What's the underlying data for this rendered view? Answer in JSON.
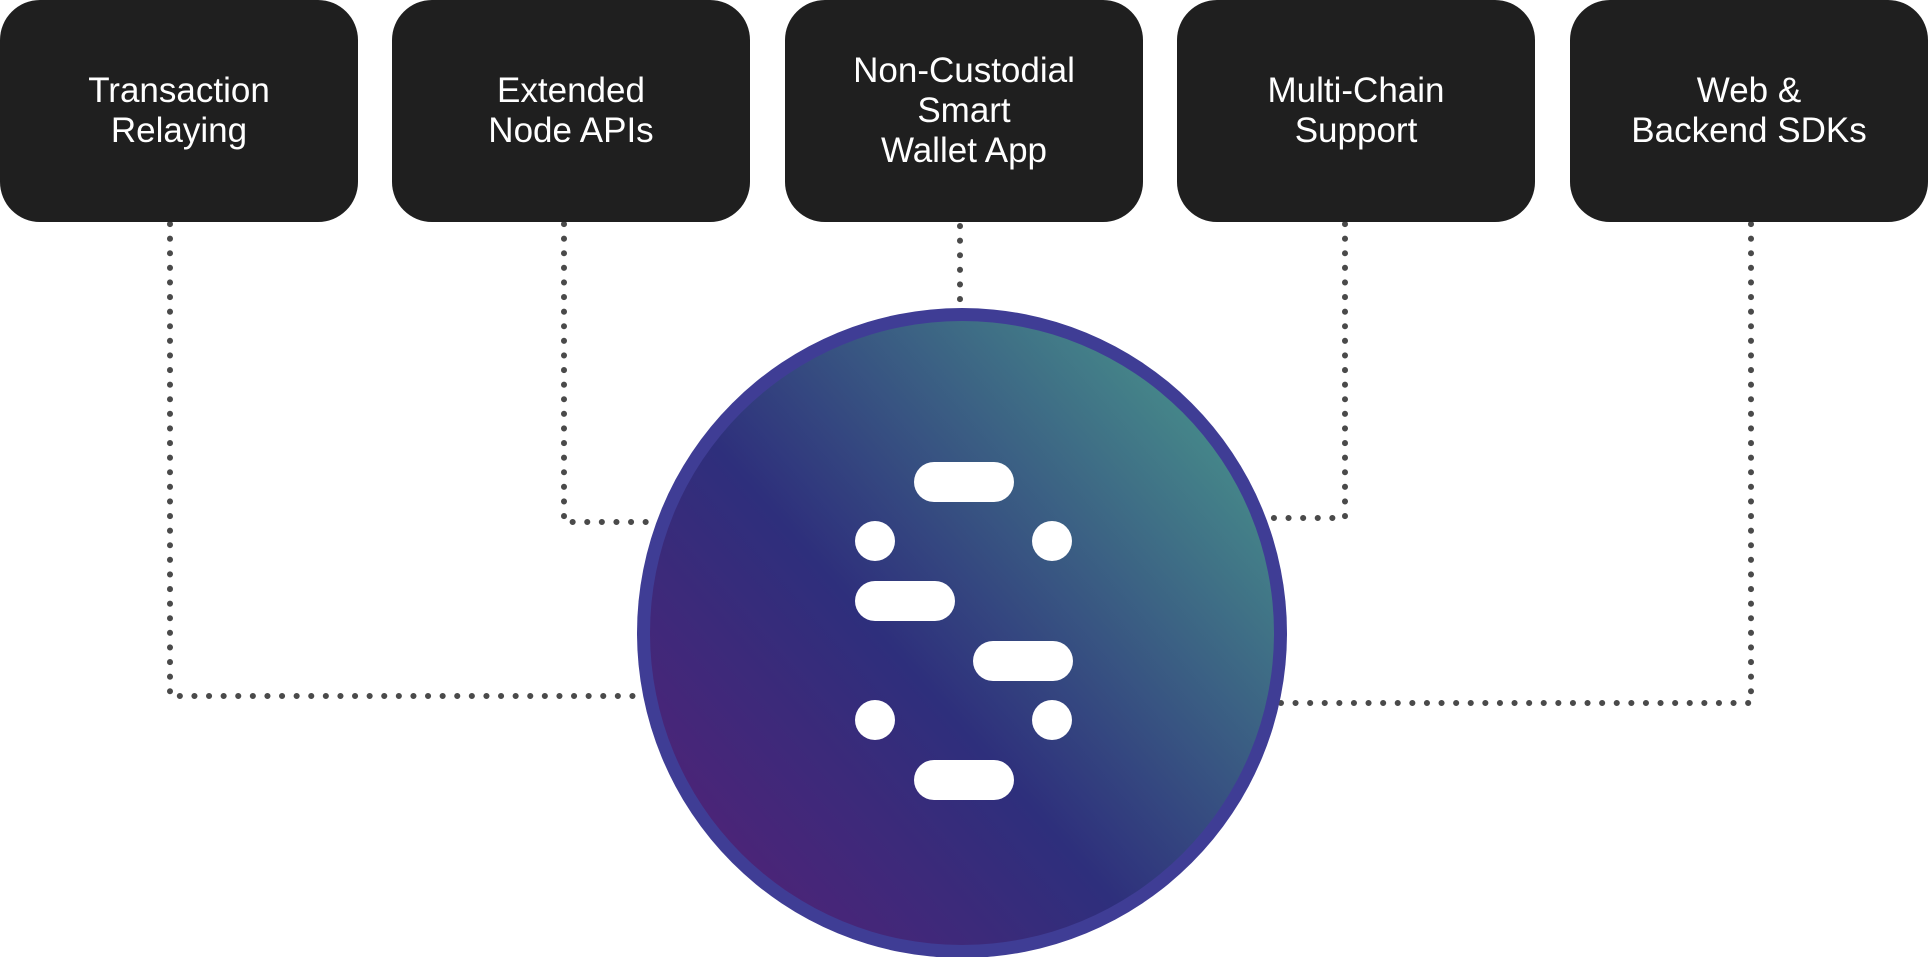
{
  "cards": [
    {
      "label": "Transaction\nRelaying"
    },
    {
      "label": "Extended\nNode APIs"
    },
    {
      "label": "Non-Custodial\nSmart\nWallet App"
    },
    {
      "label": "Multi-Chain\nSupport"
    },
    {
      "label": "Web &\nBackend SDKs"
    }
  ],
  "hub": {
    "icon": "brand-logo-icon"
  },
  "colors": {
    "card_background": "#1f1f1f",
    "card_text": "#ffffff",
    "connector_dots": "#4a4a4a",
    "hub_ring": "#3f3d95",
    "hub_gradient_start": "#4c2478",
    "hub_gradient_mid": "#2e2f7c",
    "hub_gradient_end": "#468a8a",
    "logo": "#ffffff"
  }
}
